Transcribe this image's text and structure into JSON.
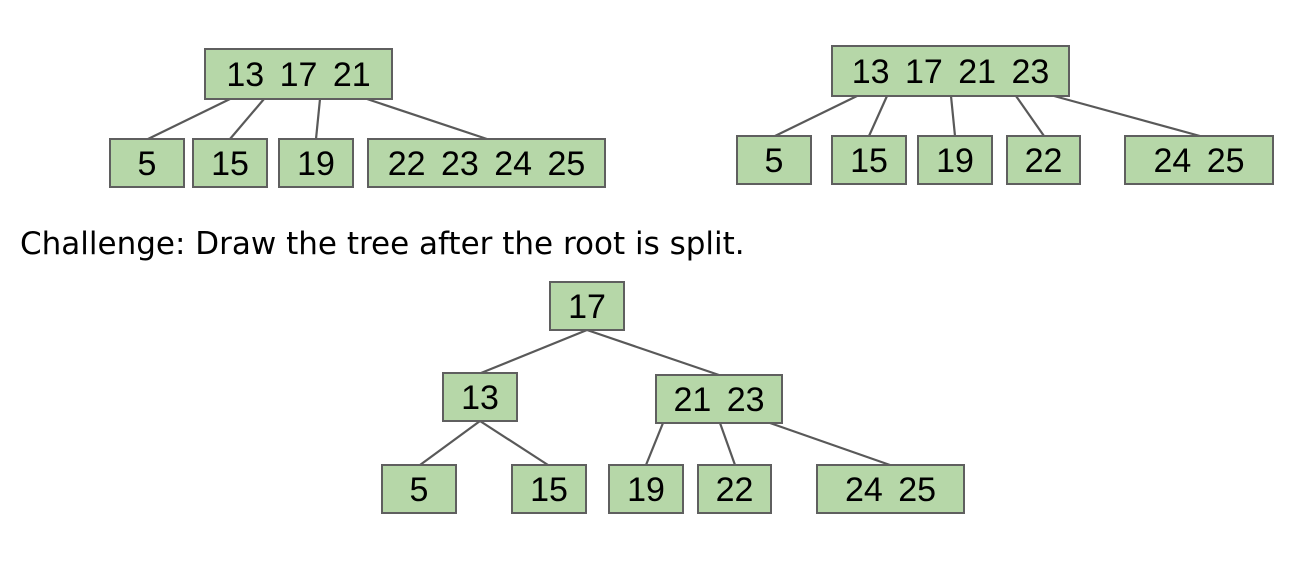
{
  "caption": "Challenge: Draw the tree after the root is split.",
  "colors": {
    "node_fill": "#b6d7a8",
    "node_border": "#5f5f5f",
    "edge": "#595959"
  },
  "trees": [
    {
      "id": "before-root-overflow",
      "nodes": [
        {
          "id": "a-root",
          "keys": "13 17 21"
        },
        {
          "id": "a-leaf-1",
          "keys": "5"
        },
        {
          "id": "a-leaf-2",
          "keys": "15"
        },
        {
          "id": "a-leaf-3",
          "keys": "19"
        },
        {
          "id": "a-leaf-4",
          "keys": "22 23 24 25"
        }
      ],
      "edges": [
        [
          "a-root",
          "a-leaf-1"
        ],
        [
          "a-root",
          "a-leaf-2"
        ],
        [
          "a-root",
          "a-leaf-3"
        ],
        [
          "a-root",
          "a-leaf-4"
        ]
      ]
    },
    {
      "id": "after-leaf-split",
      "nodes": [
        {
          "id": "b-root",
          "keys": "13 17 21 23"
        },
        {
          "id": "b-leaf-1",
          "keys": "5"
        },
        {
          "id": "b-leaf-2",
          "keys": "15"
        },
        {
          "id": "b-leaf-3",
          "keys": "19"
        },
        {
          "id": "b-leaf-4",
          "keys": "22"
        },
        {
          "id": "b-leaf-5",
          "keys": "24 25"
        }
      ],
      "edges": [
        [
          "b-root",
          "b-leaf-1"
        ],
        [
          "b-root",
          "b-leaf-2"
        ],
        [
          "b-root",
          "b-leaf-3"
        ],
        [
          "b-root",
          "b-leaf-4"
        ],
        [
          "b-root",
          "b-leaf-5"
        ]
      ]
    },
    {
      "id": "after-root-split",
      "nodes": [
        {
          "id": "c-root",
          "keys": "17"
        },
        {
          "id": "c-mid-left",
          "keys": "13"
        },
        {
          "id": "c-mid-right",
          "keys": "21 23"
        },
        {
          "id": "c-leaf-1",
          "keys": "5"
        },
        {
          "id": "c-leaf-2",
          "keys": "15"
        },
        {
          "id": "c-leaf-3",
          "keys": "19"
        },
        {
          "id": "c-leaf-4",
          "keys": "22"
        },
        {
          "id": "c-leaf-5",
          "keys": "24 25"
        }
      ],
      "edges": [
        [
          "c-root",
          "c-mid-left"
        ],
        [
          "c-root",
          "c-mid-right"
        ],
        [
          "c-mid-left",
          "c-leaf-1"
        ],
        [
          "c-mid-left",
          "c-leaf-2"
        ],
        [
          "c-mid-right",
          "c-leaf-3"
        ],
        [
          "c-mid-right",
          "c-leaf-4"
        ],
        [
          "c-mid-right",
          "c-leaf-5"
        ]
      ]
    }
  ]
}
